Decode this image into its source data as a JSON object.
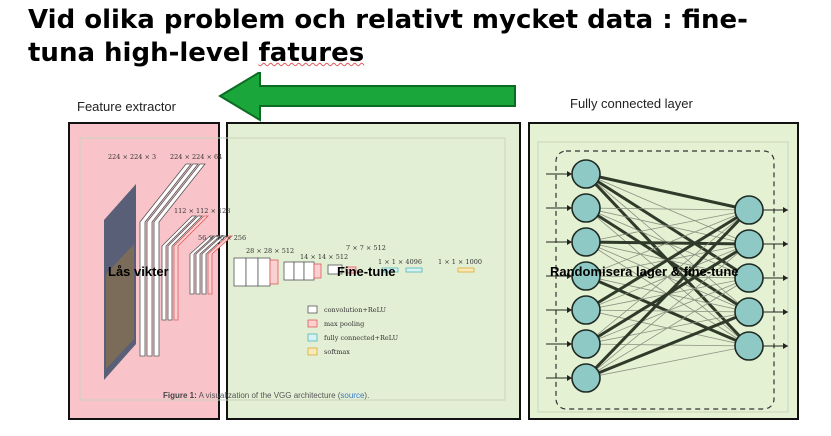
{
  "slide": {
    "title_main": "Vid olika problem och relativt mycket data : fine-tuna high-level ",
    "title_misspelled": "fatures",
    "caption_left": "Feature extractor",
    "caption_right": "Fully connected layer"
  },
  "vgg": {
    "dims": [
      "224 × 224 × 3",
      "224 × 224 × 64",
      "112 × 112 × 128",
      "56 × 56 × 256",
      "28 × 28 × 512",
      "14 × 14 × 512",
      "7 × 7 × 512",
      "1 × 1 × 4096",
      "1 × 1 × 1000"
    ],
    "legend": [
      "convolution+ReLU",
      "max pooling",
      "fully connected+ReLU",
      "softmax"
    ],
    "figure_label": "Figure 1:",
    "figure_text": "A visualization of the VGG architecture (",
    "figure_source": "source",
    "figure_end": ")."
  },
  "overlays": {
    "left": "Lås vikter",
    "middle": "Fine-tune",
    "right": "Randomisera lager & fine-tune"
  },
  "colors": {
    "lock_region": "#f4a0aa",
    "finetune_region": "#e3efd4",
    "fc_region": "#e5f1d3",
    "arrow": "#1aa63a",
    "node": "#8ec9c5"
  },
  "network": {
    "input_nodes": 7,
    "output_nodes": 5
  }
}
